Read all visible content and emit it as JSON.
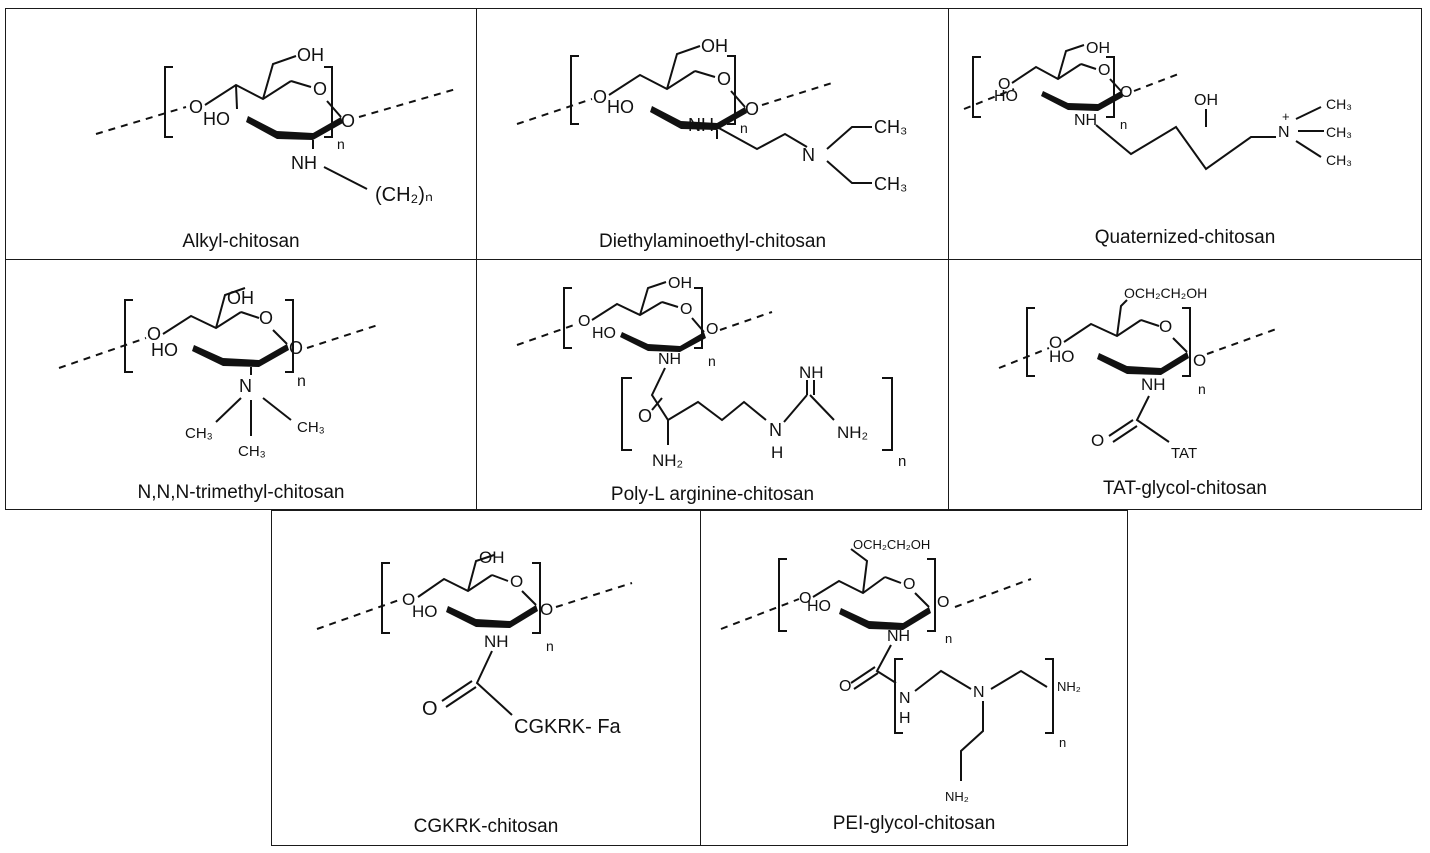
{
  "panels": [
    {
      "caption": "Alkyl-chitosan",
      "substituent": [
        "(CH₂)ₙ"
      ]
    },
    {
      "caption": "Diethylaminoethyl-chitosan",
      "substituent": [
        "N",
        "CH₃",
        "CH₃"
      ]
    },
    {
      "caption": "Quaternized-chitosan",
      "substituent": [
        "OH",
        "N",
        "+",
        "CH₃",
        "CH₃",
        "CH₃"
      ]
    },
    {
      "caption": "N,N,N-trimethyl-chitosan",
      "substituent": [
        "N",
        "CH₃",
        "CH₃",
        "CH₃"
      ]
    },
    {
      "caption": "Poly-L arginine-chitosan",
      "substituent": [
        "O",
        "NH₂",
        "N",
        "H",
        "NH",
        "NH₂",
        "n"
      ]
    },
    {
      "caption": "TAT-glycol-chitosan",
      "substituent": [
        "OCH₂CH₂OH",
        "O",
        "TAT"
      ]
    },
    {
      "caption": "CGKRK-chitosan",
      "substituent": [
        "O",
        "CGKRK- Fa"
      ]
    },
    {
      "caption": "PEI-glycol-chitosan",
      "substituent": [
        "OCH₂CH₂OH",
        "O",
        "N",
        "H",
        "N",
        "NH₂",
        "NH₂",
        "n"
      ]
    }
  ],
  "ring_labels": {
    "oh": "OH",
    "ho": "HO",
    "o": "O",
    "nh": "NH",
    "n": "n"
  }
}
